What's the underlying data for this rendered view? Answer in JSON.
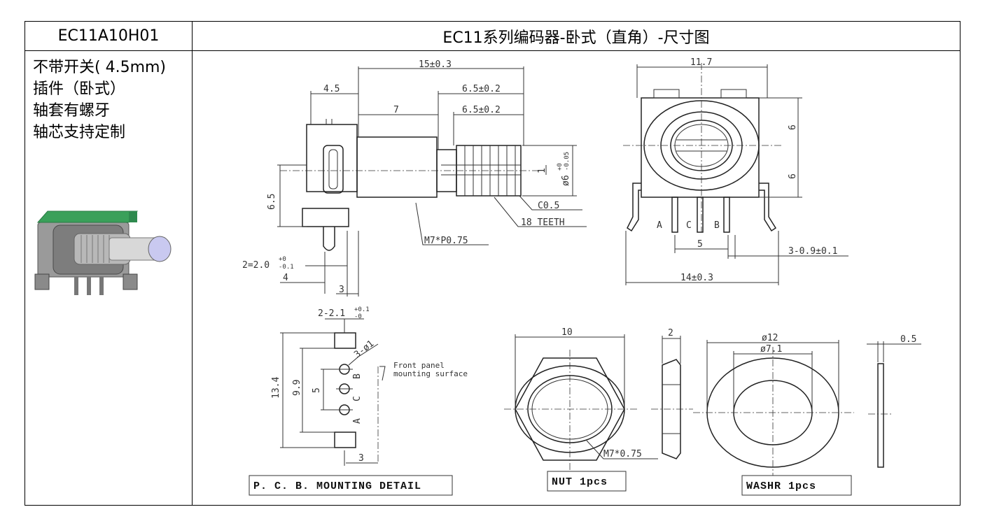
{
  "table": {
    "model": "EC11A10H01",
    "title": "EC11系列编码器-卧式（直角）-尺寸图",
    "notes": [
      "不带开关( 4.5mm)",
      "插件（卧式）",
      "轴套有螺牙",
      "轴芯支持定制"
    ]
  },
  "side_view": {
    "dims": [
      "15±0.3",
      "4.5",
      "6.5±0.2",
      "7",
      "6.5±0.2",
      "6.5",
      "2=2.0",
      "4",
      "3",
      "1",
      "ø6",
      "C0.5",
      "18  TEETH",
      "M7*P0.75"
    ],
    "tol_plus_2": "+0",
    "tol_minus_2": "-0.1",
    "tol_plus_6": "+0",
    "tol_minus_6": "-0.05"
  },
  "front_view": {
    "dims": [
      "11.7",
      "6",
      "6",
      "A",
      "C",
      "B",
      "5",
      "3-0.9±0.1",
      "14±0.3"
    ]
  },
  "pcb": {
    "dims": [
      "2-2.1",
      "3-ø1",
      "13.4",
      "9.9",
      "5",
      "B",
      "C",
      "A",
      "3"
    ],
    "tol_plus": "+0.1",
    "tol_minus": "-0",
    "note_line1": "Front panel",
    "note_line2": "mounting surface",
    "label": "P. C. B. MOUNTING DETAIL"
  },
  "nut": {
    "dims": [
      "10",
      "2",
      "M7*0.75"
    ],
    "label": "NUT 1pcs"
  },
  "washer": {
    "dims": [
      "ø12",
      "ø7.1",
      "0.5"
    ],
    "label": "WASHR   1pcs"
  },
  "colors": {
    "line": "#333333",
    "photo_body": "#8a8a8a",
    "photo_green": "#3aa05a"
  }
}
